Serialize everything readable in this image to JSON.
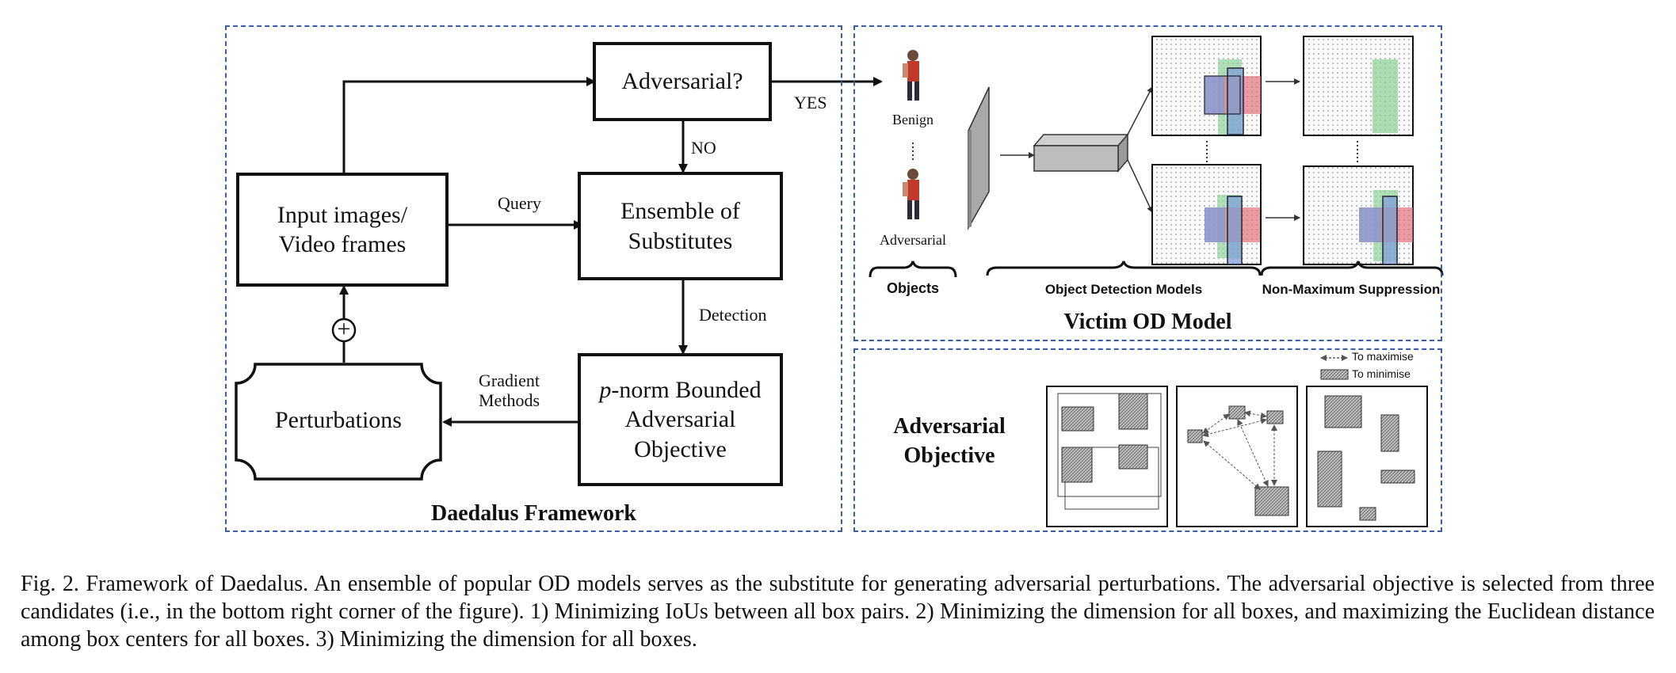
{
  "framework": {
    "title": "Daedalus Framework",
    "nodes": {
      "adversarial_check": "Adversarial?",
      "input": "Input images/\nVideo frames",
      "ensemble": "Ensemble of\nSubstitutes",
      "perturbations": "Perturbations",
      "objective_italic": "p",
      "objective_rest": "-norm Bounded\nAdversarial\nObjective"
    },
    "edge_labels": {
      "yes": "YES",
      "no": "NO",
      "query": "Query",
      "detection": "Detection",
      "gradient": "Gradient\nMethods"
    },
    "plus_symbol": "+"
  },
  "victim": {
    "title": "Victim OD Model",
    "benign": "Benign",
    "adversarial": "Adversarial",
    "objects": "Objects",
    "od_models": "Object Detection Models",
    "nms": "Non-Maximum Suppression"
  },
  "objective_panel": {
    "title": "Adversarial\nObjective",
    "legend_maximise": "To maximise",
    "legend_minimise": "To minimise"
  },
  "caption": "Fig. 2.   Framework of Daedalus. An ensemble of popular OD models serves as the substitute for generating adversarial perturbations. The adversarial objective is selected from three candidates (i.e., in the bottom right corner of the figure). 1) Minimizing IoUs between all box pairs. 2) Minimizing the dimension for all boxes, and maximizing the Euclidean distance among box centers for all boxes. 3) Minimizing the dimension for all boxes.",
  "colors": {
    "panel_border": "#3a5da8",
    "box_blue": "#7f9fd8",
    "box_red": "#e2707a",
    "box_green": "#8fd39a"
  }
}
